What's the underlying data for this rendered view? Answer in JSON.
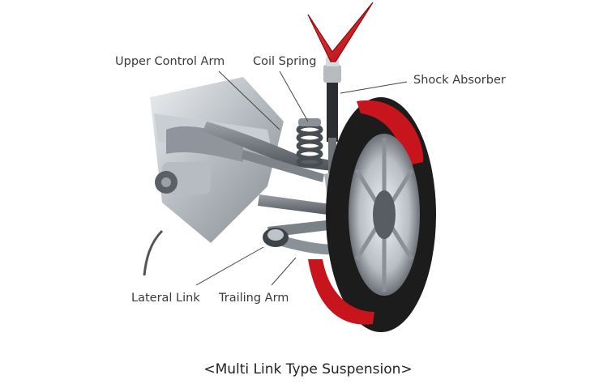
{
  "labels": {
    "upper_control_arm": "Upper Control Arm",
    "coil_spring": "Coil Spring",
    "shock_absorber": "Shock Absorber",
    "lateral_link": "Lateral Link",
    "trailing_arm": "Trailing Arm"
  },
  "caption": "<Multi Link Type Suspension>",
  "colors": {
    "brand_check": "#d0121b",
    "tire": "#1a1a1a",
    "tire_cut": "#c8141c",
    "metal": "#9aa0a6",
    "label_text": "#3a3a3a"
  },
  "icons": {
    "brand_mark": "checkmark-icon"
  }
}
